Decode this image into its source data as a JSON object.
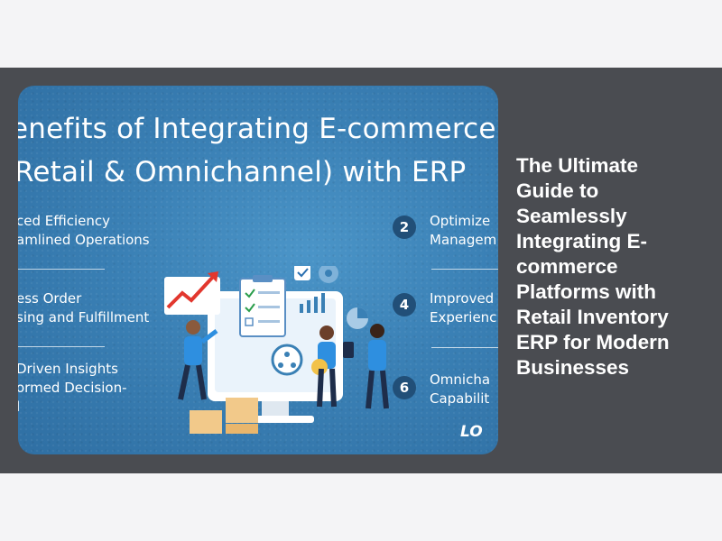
{
  "article": {
    "heading": "The Ultimate Guide to Seamlessly Integrating E-commerce Platforms with Retail Inventory ERP for Modern Businesses"
  },
  "infographic": {
    "title_line1": "enefits of Integrating E-commerce",
    "title_line2": "Retail & Omnichannel) with ERP",
    "left_items": [
      {
        "line1": "ced Efficiency",
        "line2": "amlined Operations"
      },
      {
        "line1": "ess Order",
        "line2": "sing and Fulfillment"
      },
      {
        "line1": "Driven Insights",
        "line2": "ormed Decision-",
        "line3": "l"
      }
    ],
    "right_items": [
      {
        "number": "2",
        "line1": "Optimize",
        "line2": "Managem"
      },
      {
        "number": "4",
        "line1": "Improved",
        "line2": "Experienc"
      },
      {
        "number": "6",
        "line1": "Omnicha",
        "line2": "Capabilit"
      }
    ],
    "logo_fragment": "LO",
    "colors": {
      "page_bg": "#f4f4f6",
      "band_bg": "#4a4c51",
      "card_bg": "#3a80b5",
      "number_badge": "#214f78"
    },
    "icons": [
      "chart-arrow-icon",
      "checklist-icon",
      "gear-icon",
      "bar-chart-icon",
      "org-chart-icon",
      "pie-chart-icon"
    ]
  }
}
